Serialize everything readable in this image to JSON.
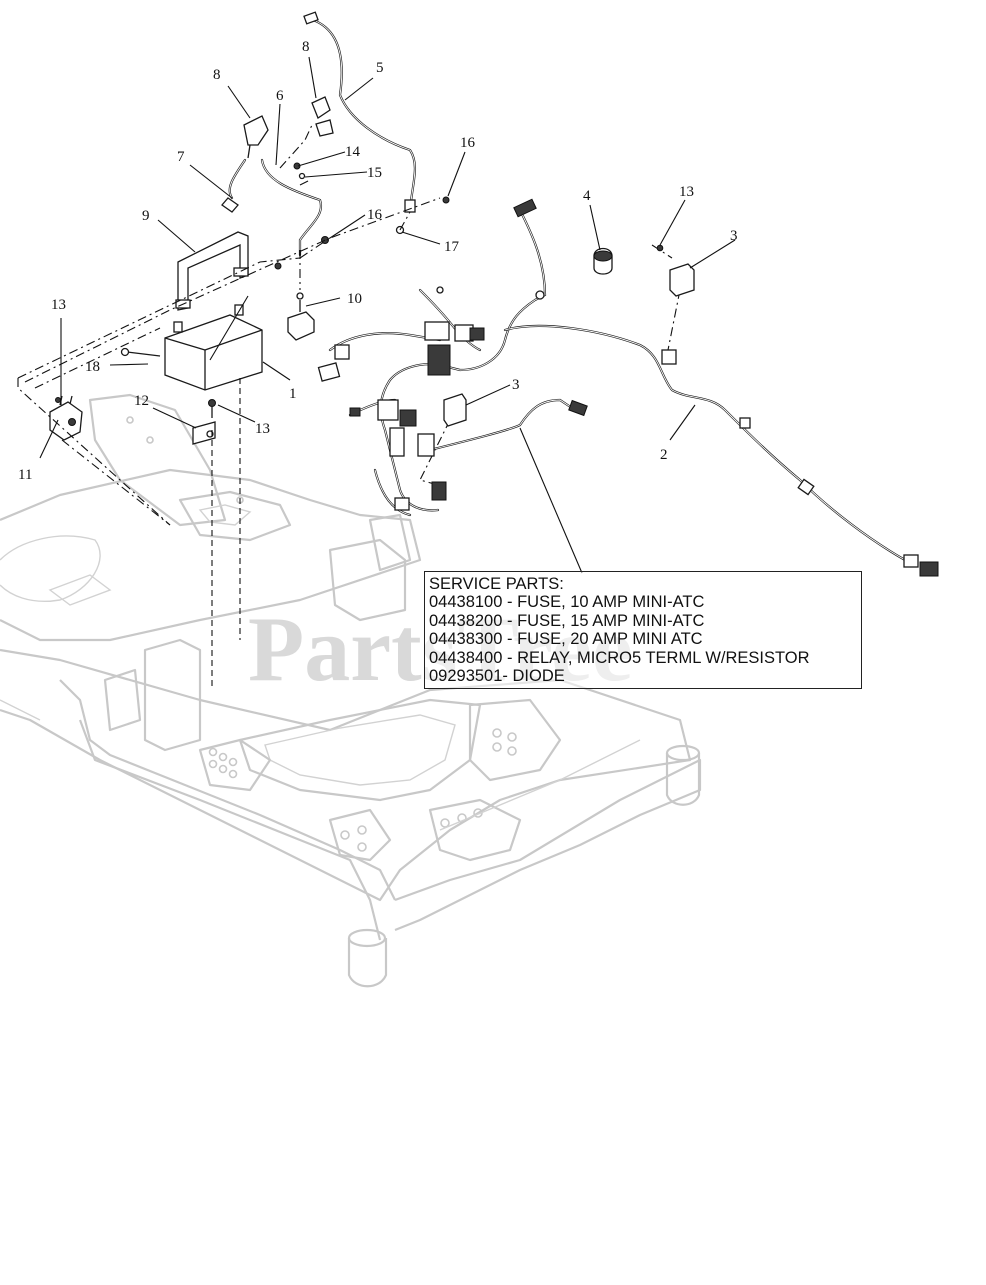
{
  "watermark": "PartsTree",
  "callouts": [
    "1",
    "2",
    "3",
    "3",
    "4",
    "5",
    "6",
    "7",
    "8",
    "8",
    "9",
    "10",
    "11",
    "12",
    "13",
    "13",
    "13",
    "14",
    "15",
    "16",
    "16",
    "17",
    "18"
  ],
  "service_parts": {
    "heading": "SERVICE PARTS:",
    "lines": [
      "04438100 - FUSE, 10 AMP MINI-ATC",
      "04438200 - FUSE, 15 AMP MINI-ATC",
      "04438300 - FUSE, 20 AMP MINI ATC",
      "04438400 - RELAY, MICRO5 TERML W/RESISTOR",
      "09293501- DIODE"
    ]
  }
}
